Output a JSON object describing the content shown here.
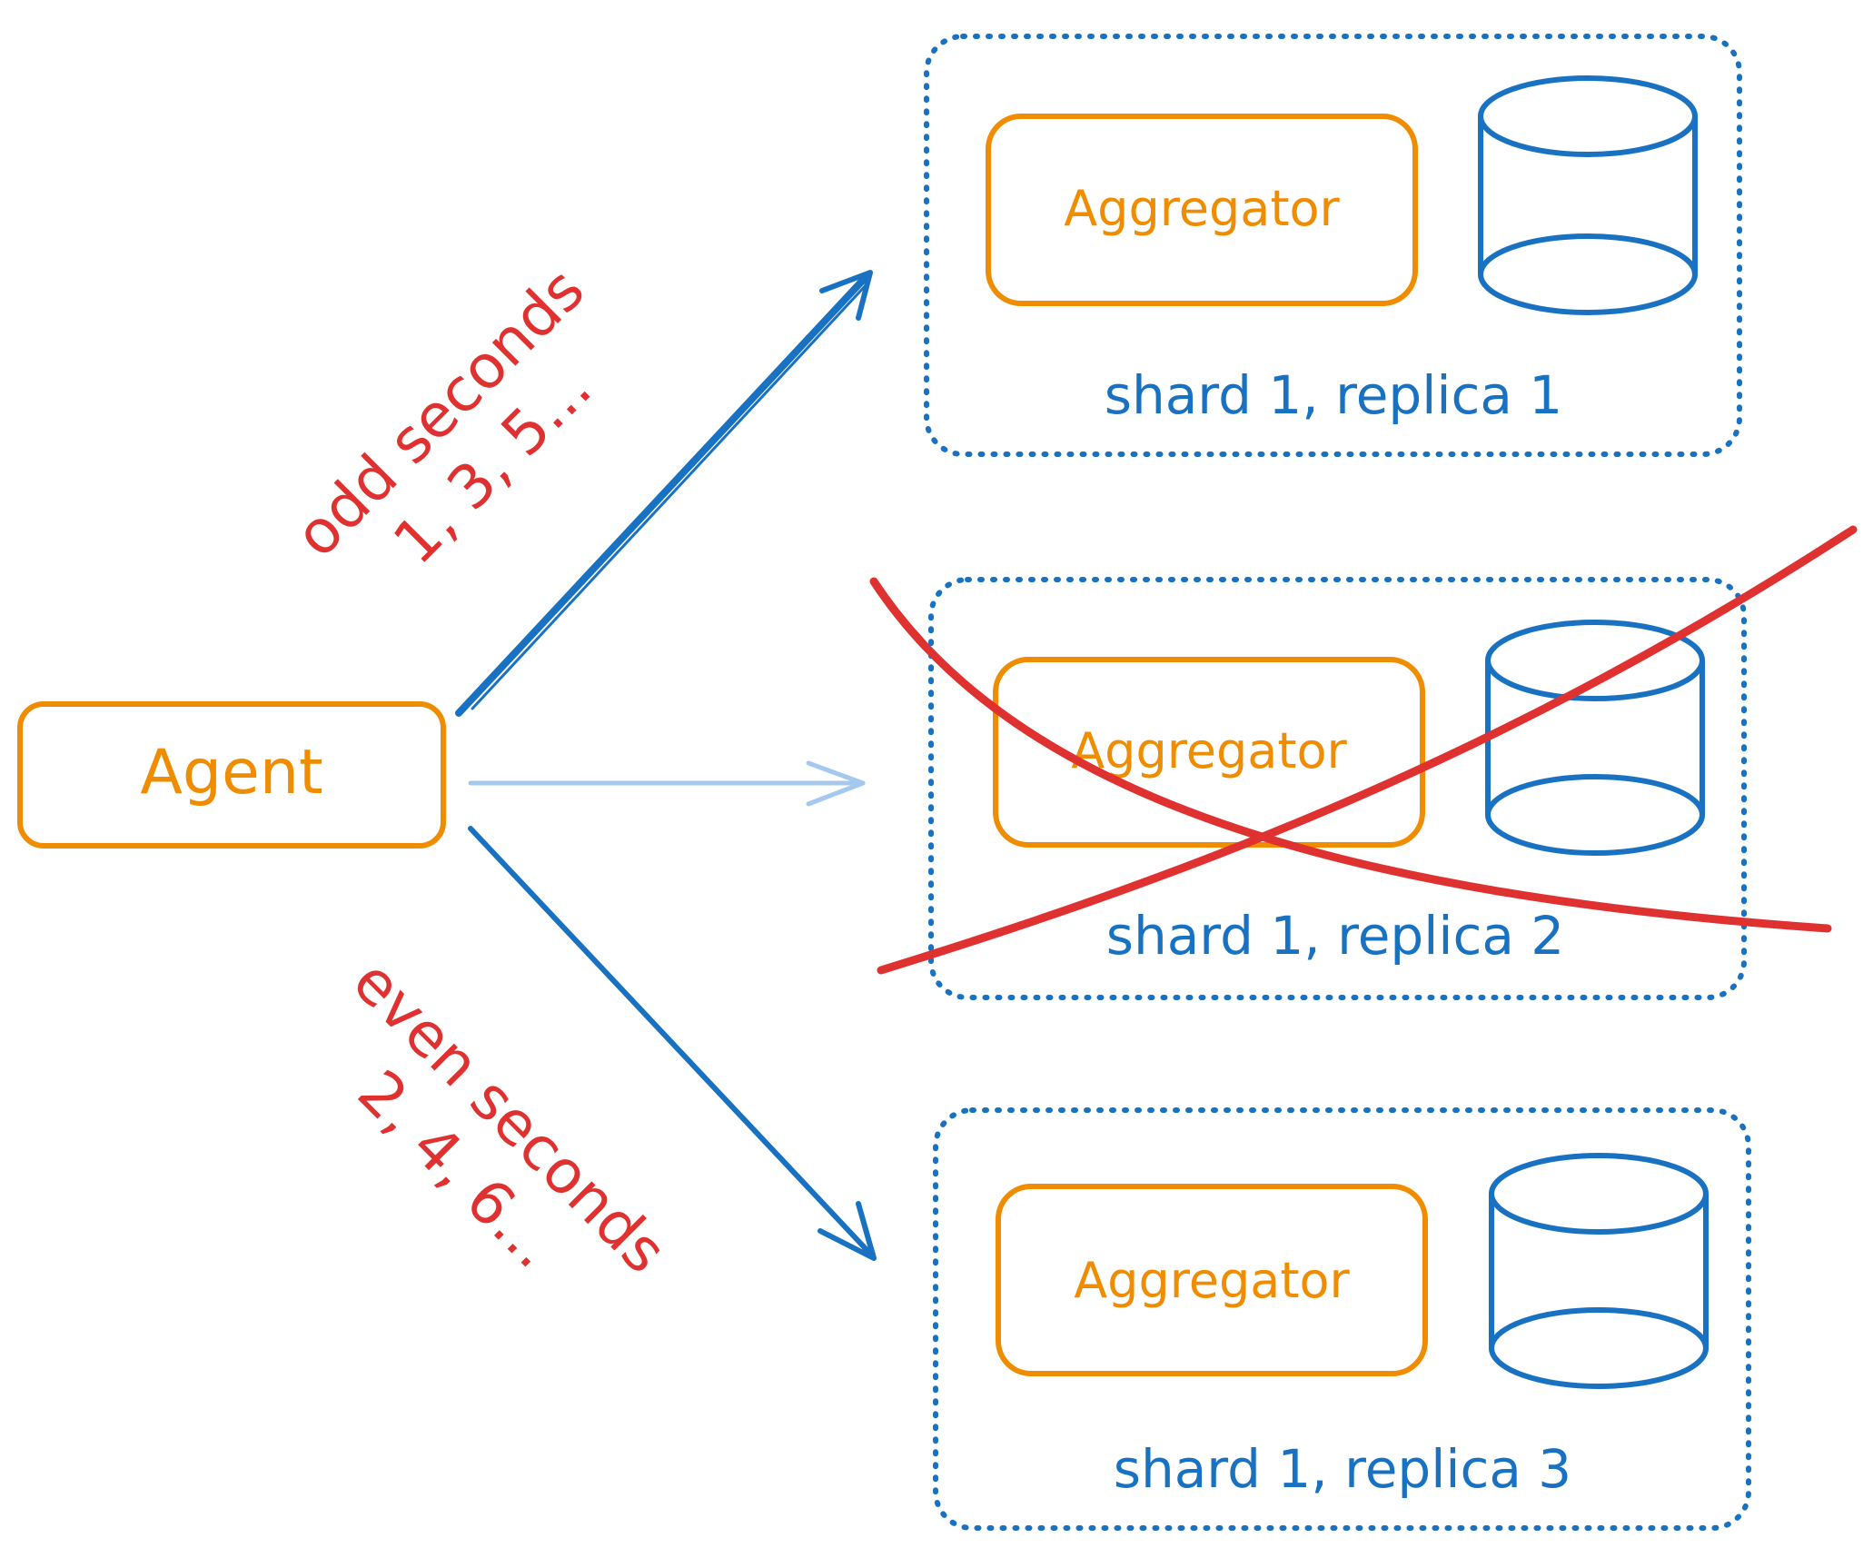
{
  "colors": {
    "orange": "#f08c00",
    "blue": "#1971c2",
    "red": "#e03131",
    "faded_blue": "#a5c8ee",
    "background": "#ffffff"
  },
  "agent": {
    "label": "Agent"
  },
  "routes": {
    "odd": {
      "line1": "odd seconds",
      "line2": "1, 3, 5..."
    },
    "even": {
      "line1": "even seconds",
      "line2": "2, 4, 6..."
    }
  },
  "replicas": [
    {
      "aggregator_label": "Aggregator",
      "caption": "shard 1, replica 1",
      "status": "active"
    },
    {
      "aggregator_label": "Aggregator",
      "caption": "shard 1, replica 2",
      "status": "failed"
    },
    {
      "aggregator_label": "Aggregator",
      "caption": "shard 1, replica 3",
      "status": "active"
    }
  ],
  "icons": {
    "database": "database-icon",
    "failure_mark": "x-mark-icon"
  }
}
